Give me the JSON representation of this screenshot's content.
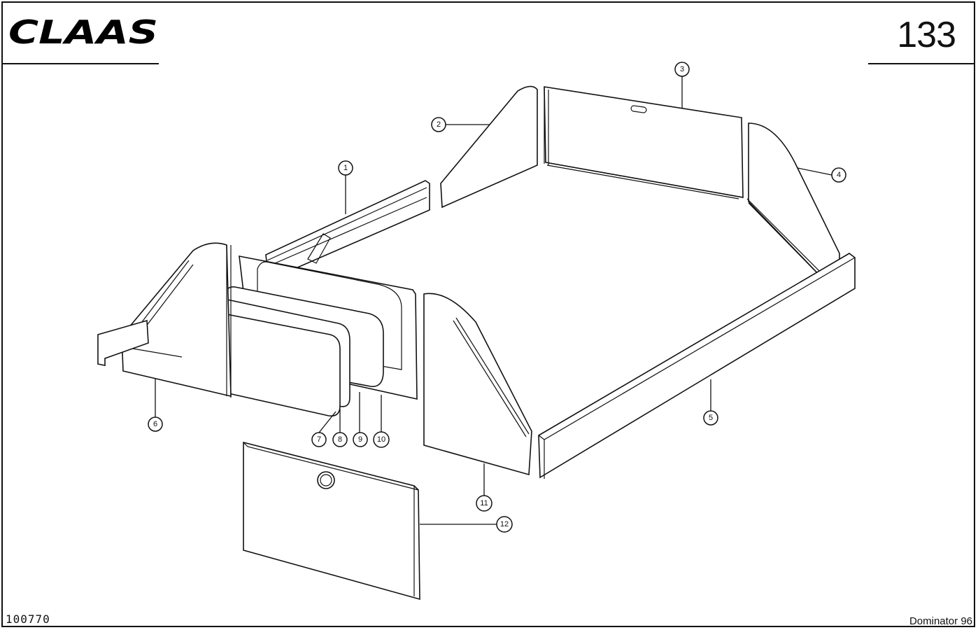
{
  "header": {
    "brand": "CLAAS",
    "page_number": "133"
  },
  "footer": {
    "doc_code": "100770",
    "model": "Dominator 96"
  },
  "callouts": [
    {
      "id": "1",
      "label": "1"
    },
    {
      "id": "2",
      "label": "2"
    },
    {
      "id": "3",
      "label": "3"
    },
    {
      "id": "4",
      "label": "4"
    },
    {
      "id": "5",
      "label": "5"
    },
    {
      "id": "6",
      "label": "6"
    },
    {
      "id": "7",
      "label": "7"
    },
    {
      "id": "8",
      "label": "8"
    },
    {
      "id": "9",
      "label": "9"
    },
    {
      "id": "10",
      "label": "10"
    },
    {
      "id": "11",
      "label": "11"
    },
    {
      "id": "12",
      "label": "12"
    }
  ]
}
